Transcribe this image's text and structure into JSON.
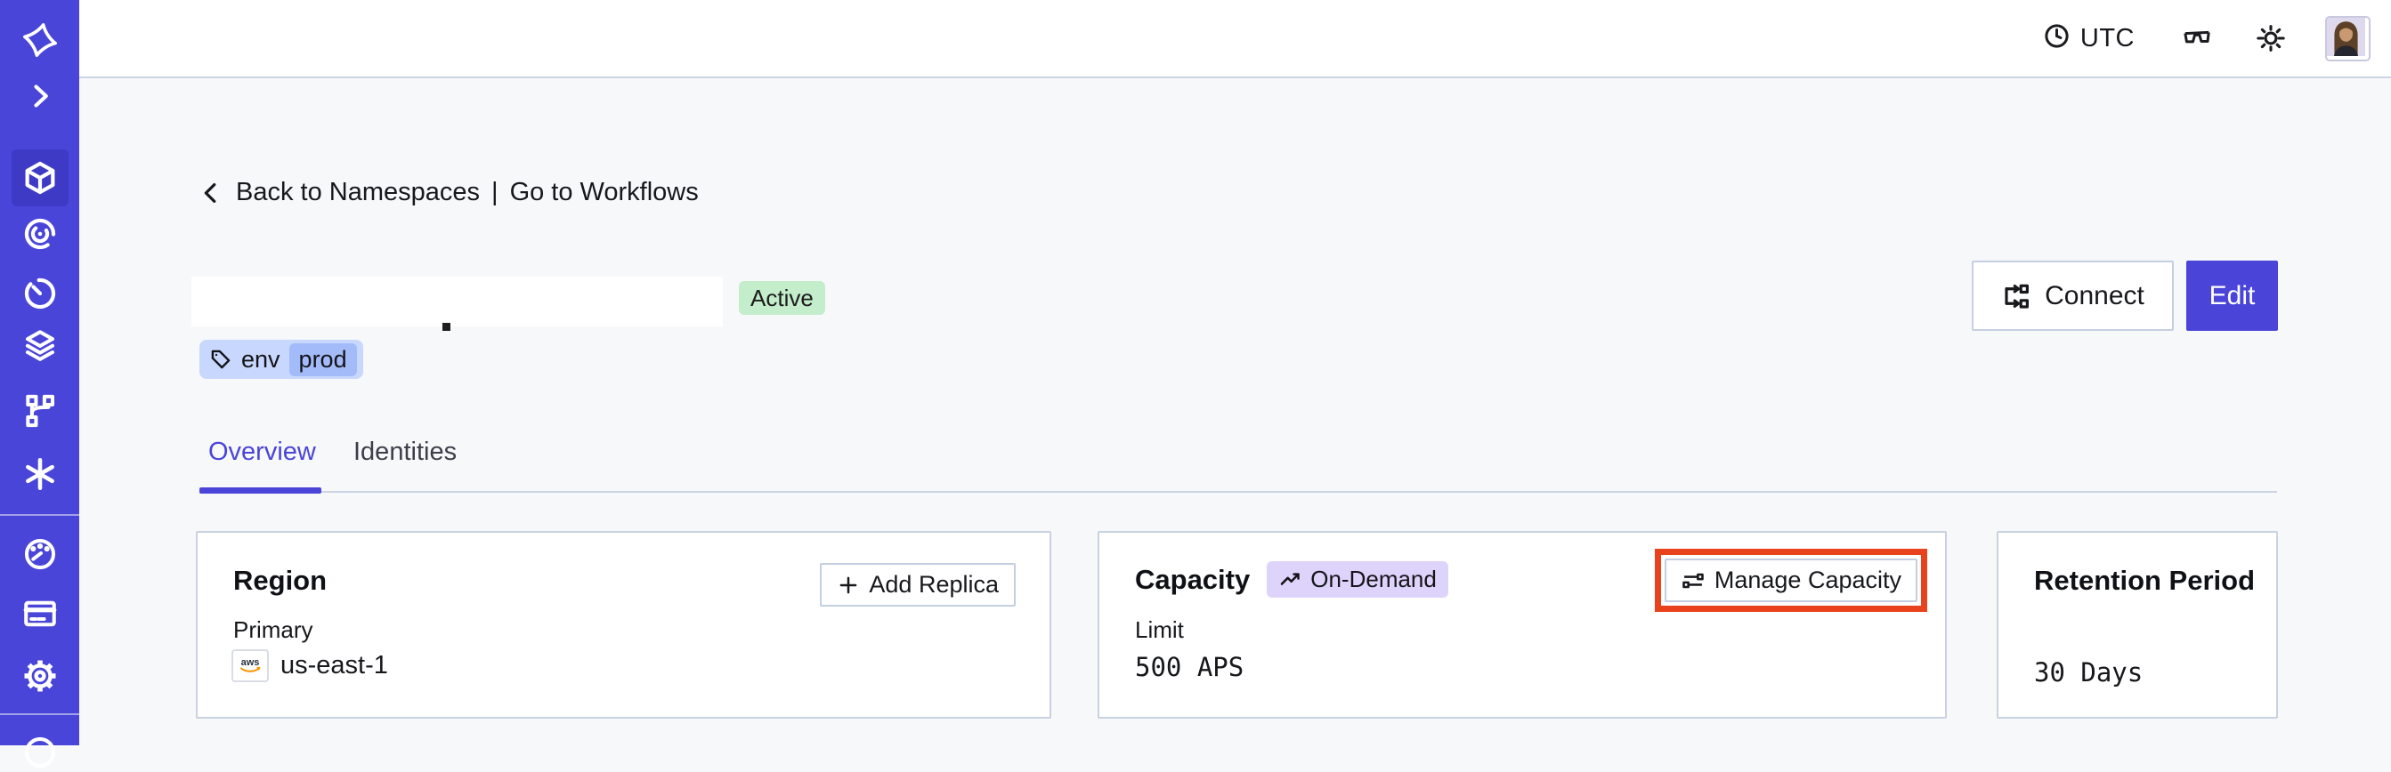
{
  "topbar": {
    "timezone": "UTC",
    "icons": [
      "clock-icon",
      "glasses-icon",
      "brightness-icon",
      "user-avatar"
    ]
  },
  "sidebar": {
    "active_item": "namespaces",
    "icons": [
      "temporal-logo",
      "chevron-right-icon",
      "cube-icon",
      "swirl-icon",
      "timer-icon",
      "layers-icon",
      "branch-icon",
      "asterisk-icon",
      "gauge-icon",
      "credit-card-icon",
      "gear-icon",
      "partial-circle-icon"
    ]
  },
  "breadcrumb": {
    "back": "Back to Namespaces",
    "separator": "|",
    "go": "Go to Workflows"
  },
  "namespace": {
    "status": "Active",
    "tag_key": "env",
    "tag_value": "prod"
  },
  "actions": {
    "connect": "Connect",
    "edit": "Edit"
  },
  "tabs": [
    {
      "label": "Overview",
      "active": true
    },
    {
      "label": "Identities",
      "active": false
    }
  ],
  "cards": {
    "region": {
      "title": "Region",
      "button_label": "Add Replica",
      "field_label": "Primary",
      "provider": "aws",
      "value": "us-east-1"
    },
    "capacity": {
      "title": "Capacity",
      "badge": "On-Demand",
      "button_label": "Manage Capacity",
      "field_label": "Limit",
      "value": "500 APS"
    },
    "retention": {
      "title": "Retention Period",
      "value": "30 Days"
    }
  },
  "colors": {
    "accent": "#4a45d8",
    "sidebar": "#4945d9",
    "highlight_red": "#e8431c",
    "status_active_bg": "#c3edcb",
    "tag_bg": "#c7d7fd",
    "tag_value_bg": "#a3bbf9",
    "badge_ondemand_bg": "#ded3fa",
    "card_border": "#c8d2e0",
    "content_bg": "#f7f8fa"
  }
}
